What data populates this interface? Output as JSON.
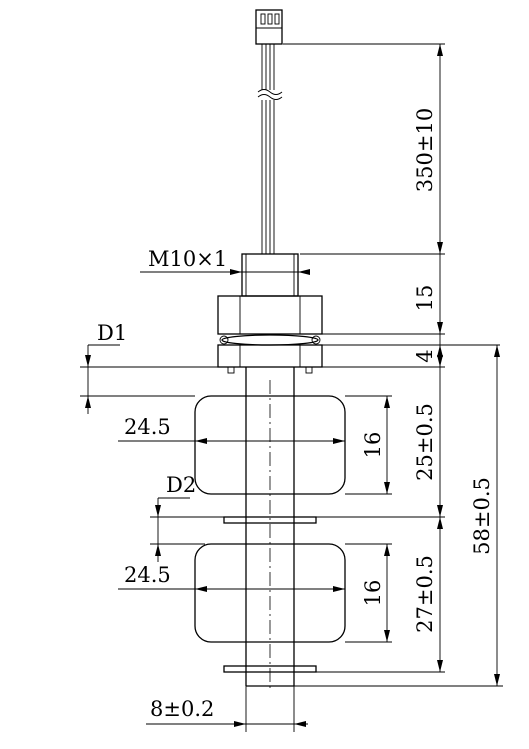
{
  "dimensions": {
    "cable_length": "350±10",
    "thread_spec": "M10×1",
    "nut_height": "15",
    "washer_height": "4",
    "d1_label": "D1",
    "d2_label": "D2",
    "float1_diameter": "24.5",
    "float1_height": "16",
    "float1_position": "25±0.5",
    "float2_diameter": "24.5",
    "float2_height": "16",
    "float2_position": "27±0.5",
    "total_length": "58±0.5",
    "stem_diameter": "8±0.2"
  }
}
